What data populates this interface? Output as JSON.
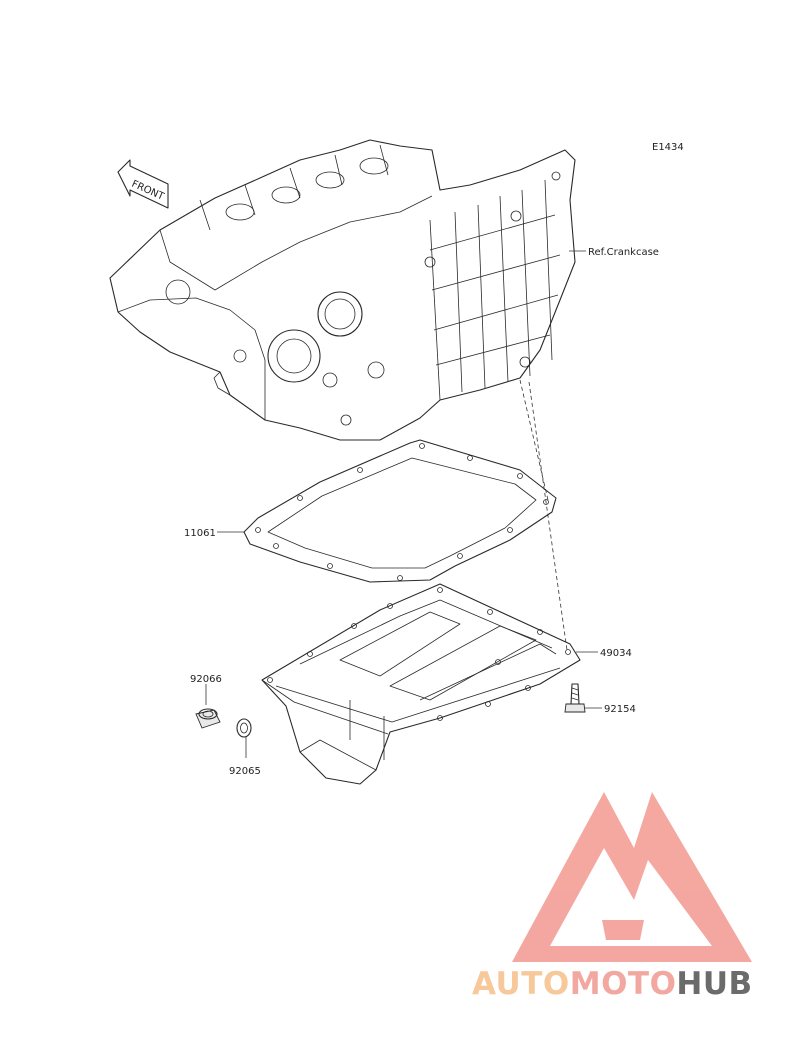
{
  "diagram": {
    "code": "E1434",
    "front_label": "FRONT",
    "ref_label": "Ref.Crankcase",
    "parts": {
      "gasket": "11061",
      "oil_pan": "49034",
      "bolt": "92154",
      "drain_plug": "92066",
      "washer": "92065"
    }
  },
  "watermark": {
    "part1": "AUTO",
    "part2": "MOTO",
    "part3": "HUB",
    "colors": {
      "logo": "#f4a39b",
      "auto": "#f6c89a",
      "moto": "#f2a8a0",
      "hub": "#6b6b6b"
    }
  }
}
